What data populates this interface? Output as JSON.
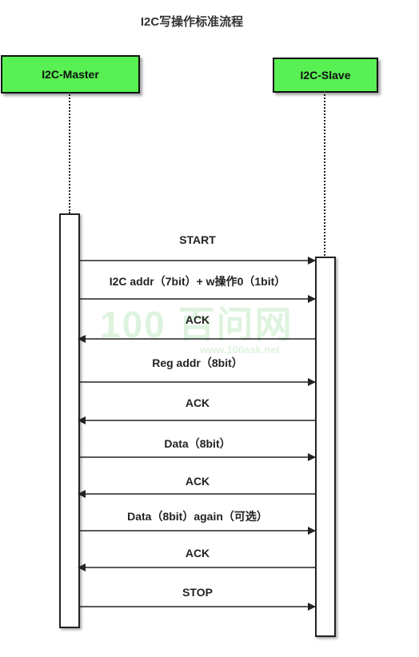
{
  "title": "I2C写操作标准流程",
  "participants": {
    "master": "I2C-Master",
    "slave": "I2C-Slave"
  },
  "colors": {
    "actor_fill": "#58f052",
    "line": "#222222"
  },
  "messages": [
    {
      "label": "START",
      "direction": "master-to-slave"
    },
    {
      "label": "I2C addr（7bit）+ w操作0（1bit）",
      "direction": "master-to-slave"
    },
    {
      "label": "ACK",
      "direction": "slave-to-master"
    },
    {
      "label": "Reg addr（8bit）",
      "direction": "master-to-slave"
    },
    {
      "label": "ACK",
      "direction": "slave-to-master"
    },
    {
      "label": "Data（8bit）",
      "direction": "master-to-slave"
    },
    {
      "label": "ACK",
      "direction": "slave-to-master"
    },
    {
      "label": "Data（8bit）again（可选）",
      "direction": "master-to-slave"
    },
    {
      "label": "ACK",
      "direction": "slave-to-master"
    },
    {
      "label": "STOP",
      "direction": "master-to-slave"
    }
  ],
  "watermark": {
    "main": "100 百问网",
    "url": "www.100ask.net"
  }
}
